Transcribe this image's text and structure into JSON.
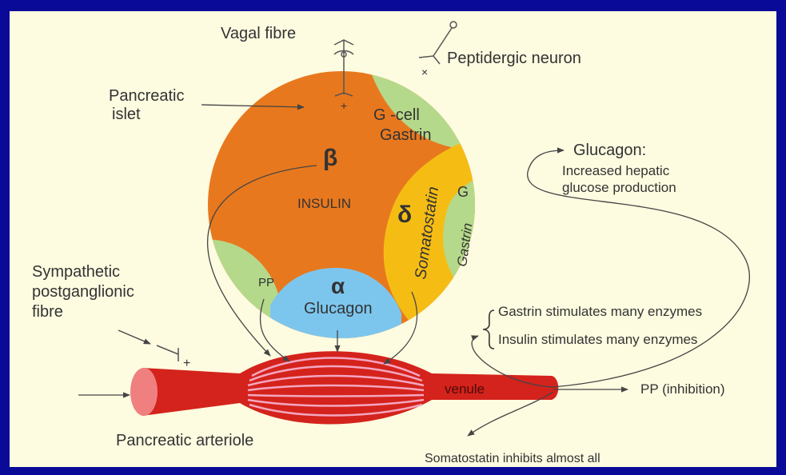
{
  "labels": {
    "vagal_fibre": "Vagal fibre",
    "peptidergic_neuron": "Peptidergic  neuron",
    "pancreatic_islet_1": "Pancreatic",
    "pancreatic_islet_2": "islet",
    "plus_vagal": "+",
    "minus_peptidergic": "×",
    "gcell_1": "G -cell",
    "gcell_2": "Gastrin",
    "beta_symbol": "β",
    "insulin": "INSULIN",
    "delta_symbol": "δ",
    "somatostatin": "Somatostatin",
    "g_small": "G",
    "gastrin_vertical": "Gastrin",
    "pp_cell": "PP",
    "alpha_symbol": "α",
    "glucagon_cell": "Glucagon",
    "glucagon_effect_1": "Glucagon:",
    "glucagon_effect_2": "Increased hepatic",
    "glucagon_effect_3": "glucose  production",
    "sympathetic_1": "Sympathetic",
    "sympathetic_2": "postganglionic",
    "sympathetic_3": "fibre",
    "plus_sympathetic": "+",
    "gastrin_effect": "Gastrin stimulates many enzymes",
    "insulin_effect": "Insulin stimulates many enzymes",
    "venule": "venule",
    "pp_effect": "PP (inhibition)",
    "arteriole": "Pancreatic arteriole",
    "somatostatin_effect": "Somatostatin inhibits almost all"
  },
  "colors": {
    "background": "#0a0a98",
    "panel": "#fdfbe0",
    "beta_region": "#e8781e",
    "gcell_region": "#b5d98a",
    "delta_region": "#f5bd14",
    "alpha_region": "#7cc6ee",
    "vessel": "#d4231c",
    "vessel_stripes": "#f4a6c0",
    "arteriole_end": "#f08080"
  }
}
